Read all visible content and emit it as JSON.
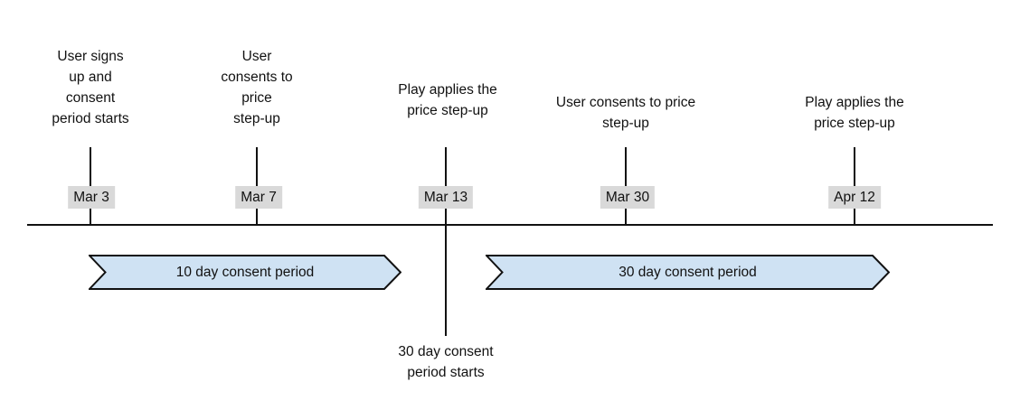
{
  "timeline": {
    "events": [
      {
        "date": "Mar 3",
        "label": "User signs\nup and\nconsent\nperiod starts"
      },
      {
        "date": "Mar 7",
        "label": "User\nconsents to\nprice\nstep-up"
      },
      {
        "date": "Mar 13",
        "label": "Play applies the\nprice step-up",
        "note_below": "30 day consent\nperiod starts"
      },
      {
        "date": "Mar 30",
        "label": "User consents to price\nstep-up"
      },
      {
        "date": "Apr 12",
        "label": "Play applies the\nprice step-up"
      }
    ],
    "periods": [
      {
        "label": "10 day consent period"
      },
      {
        "label": "30 day consent period"
      }
    ]
  },
  "colors": {
    "period_arrow_fill": "#cfe2f3",
    "period_arrow_border": "#111111",
    "date_chip_bg": "#d9d9d9",
    "axis_line": "#111111",
    "text": "#111111"
  }
}
